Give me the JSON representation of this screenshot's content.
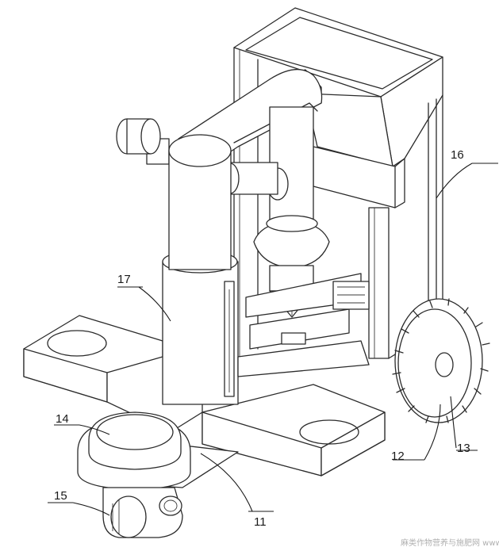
{
  "labels": {
    "l11": "11",
    "l12": "12",
    "l13": "13",
    "l14": "14",
    "l15": "15",
    "l16": "16",
    "l17": "17"
  },
  "watermark": "麻类作物营养与施肥网 www.fibercrops.com"
}
